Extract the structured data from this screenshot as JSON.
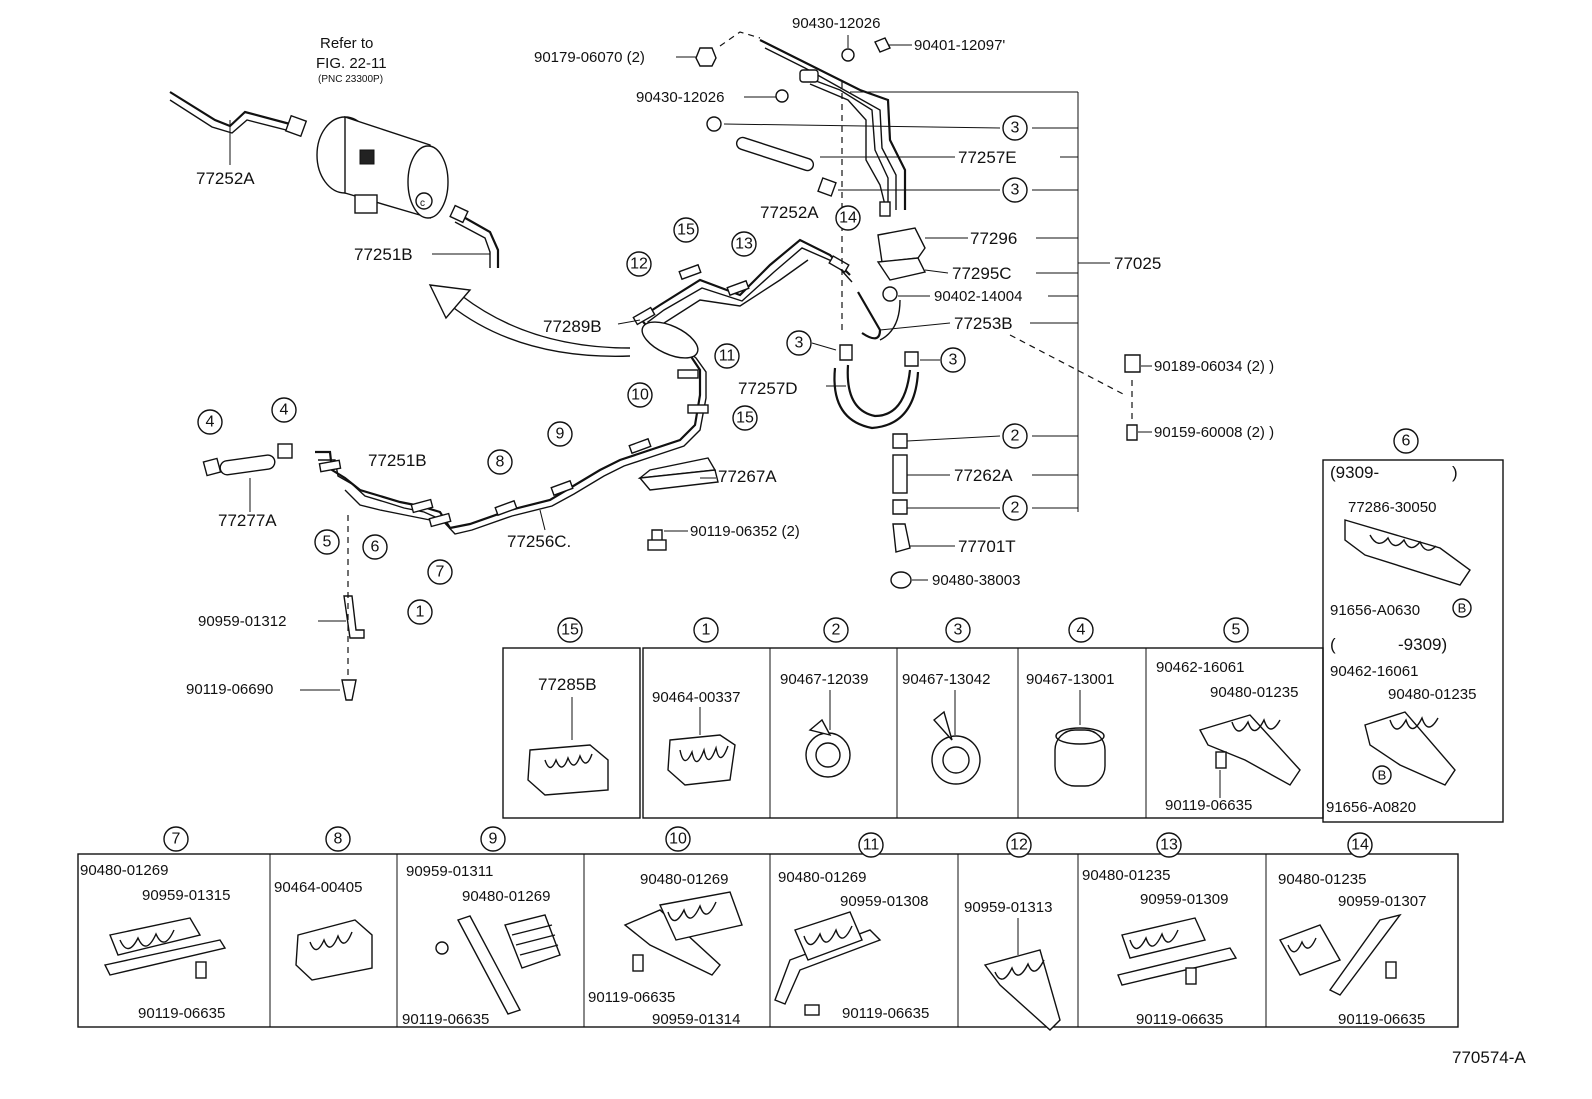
{
  "compressor": {
    "refer_line1": "Refer to",
    "refer_line2": "FIG. 22-11",
    "refer_line3": "(PNC 23300P)"
  },
  "main_parts": {
    "p77252A_left": "77252A",
    "p77251B_top": "77251B",
    "p77252A_mid": "77252A",
    "p77289B": "77289B",
    "p77257D": "77257D",
    "p77251B_bottom": "77251B",
    "p77277A": "77277A",
    "p77256C": "77256C.",
    "p77267A": "77267A",
    "p90119_06352": "90119-06352 (2)",
    "p90959_01312": "90959-01312",
    "p90119_06690": "90119-06690",
    "p90179_06070": "90179-06070 (2)",
    "p90430_12026_a": "90430-12026",
    "p90430_12026_b": "90430-12026",
    "p90401_12097": "90401-12097'",
    "p77257E": "77257E",
    "p77296": "77296",
    "p77295C": "77295C",
    "p90402_14004": "90402-14004",
    "p77253B": "77253B",
    "p77025": "77025",
    "p90189_06034": "90189-06034 (2) )",
    "p90159_60008": "90159-60008 (2) )",
    "p77262A": "77262A",
    "p77701T": "77701T",
    "p90480_38003": "90480-38003"
  },
  "callouts": [
    "1",
    "2",
    "3",
    "4",
    "5",
    "6",
    "7",
    "8",
    "9",
    "10",
    "11",
    "12",
    "13",
    "14",
    "15"
  ],
  "detail_boxes": {
    "b15": {
      "num": "15",
      "part": "77285B"
    },
    "b1": {
      "num": "1",
      "part": "90464-00337"
    },
    "b2": {
      "num": "2",
      "part": "90467-12039"
    },
    "b3": {
      "num": "3",
      "part": "90467-13042"
    },
    "b4": {
      "num": "4",
      "part": "90467-13001"
    },
    "b5": {
      "num": "5",
      "p1": "90462-16061",
      "p2": "90480-01235",
      "p3": "90119-06635"
    },
    "b6": {
      "num": "6",
      "date1": "(9309-",
      "date1_close": ")",
      "p1": "77286-30050",
      "p2": "91656-A0630",
      "ref": "B",
      "date2": "(",
      "date2_end": "-9309)",
      "p3": "90462-16061",
      "p4": "90480-01235",
      "p5": "91656-A0820"
    },
    "b7": {
      "num": "7",
      "p1": "90480-01269",
      "p2": "90959-01315",
      "p3": "90119-06635"
    },
    "b8": {
      "num": "8",
      "p1": "90464-00405"
    },
    "b9": {
      "num": "9",
      "p1": "90959-01311",
      "p2": "90480-01269",
      "p3": "90119-06635"
    },
    "b10": {
      "num": "10",
      "p1": "90480-01269",
      "p2": "90119-06635",
      "p3": "90959-01314"
    },
    "b11": {
      "num": "11",
      "p1": "90480-01269",
      "p2": "90959-01308",
      "p3": "90119-06635"
    },
    "b12": {
      "num": "12",
      "p1": "90959-01313"
    },
    "b13": {
      "num": "13",
      "p1": "90480-01235",
      "p2": "90959-01309",
      "p3": "90119-06635"
    },
    "b14": {
      "num": "14",
      "p1": "90480-01235",
      "p2": "90959-01307",
      "p3": "90119-06635"
    }
  },
  "figure_id": "770574-A"
}
